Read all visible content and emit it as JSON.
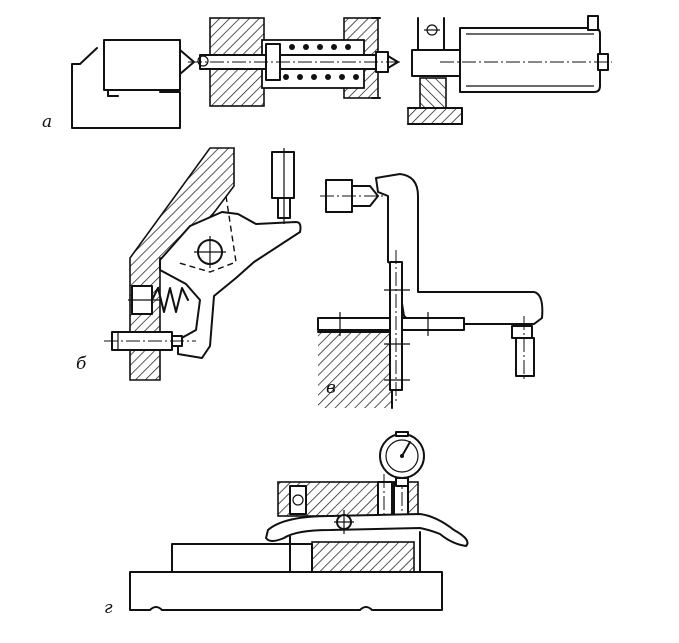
{
  "labels": {
    "a": "а",
    "b": "б",
    "v": "в",
    "g": "г"
  },
  "colors": {
    "ink": "#111111",
    "paper": "#ffffff"
  }
}
